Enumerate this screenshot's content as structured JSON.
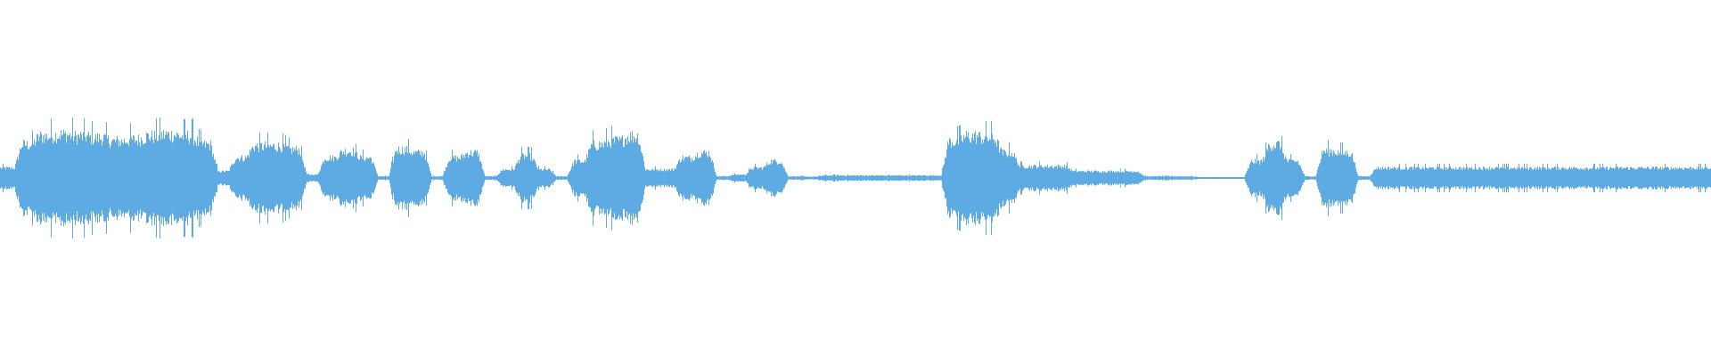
{
  "chart_data": {
    "type": "area",
    "title": "",
    "xlabel": "",
    "ylabel": "",
    "ylim": [
      -1,
      1
    ],
    "grid": false,
    "legend": "none",
    "color": "#5dabe2",
    "background": "#ffffff",
    "amplitude_envelope": [
      0.06,
      0.2,
      0.25,
      0.26,
      0.25,
      0.24,
      0.22,
      0.23,
      0.25,
      0.26,
      0.25,
      0.2,
      0.04,
      0.12,
      0.19,
      0.19,
      0.17,
      0.02,
      0.12,
      0.16,
      0.12,
      0.01,
      0.17,
      0.15,
      0.01,
      0.12,
      0.15,
      0.01,
      0.05,
      0.13,
      0.05,
      0.01,
      0.1,
      0.2,
      0.22,
      0.25,
      0.05,
      0.05,
      0.12,
      0.15,
      0.01,
      0.02,
      0.06,
      0.1,
      0.01,
      0.008,
      0.015,
      0.015,
      0.015,
      0.015,
      0.015,
      0.015,
      0.015,
      0.22,
      0.25,
      0.24,
      0.15,
      0.07,
      0.07,
      0.07,
      0.04,
      0.04,
      0.04,
      0.04,
      0.01,
      0.01,
      0.01,
      0.005,
      0.005,
      0.005,
      0.1,
      0.2,
      0.1,
      0.01,
      0.16,
      0.15,
      0.01,
      0.06,
      0.06,
      0.06,
      0.06,
      0.06,
      0.06,
      0.06,
      0.06,
      0.06,
      0.06,
      0.06,
      0.06,
      0.06,
      0.06,
      0.06,
      0.06,
      0.06,
      0.06,
      0.06
    ]
  }
}
